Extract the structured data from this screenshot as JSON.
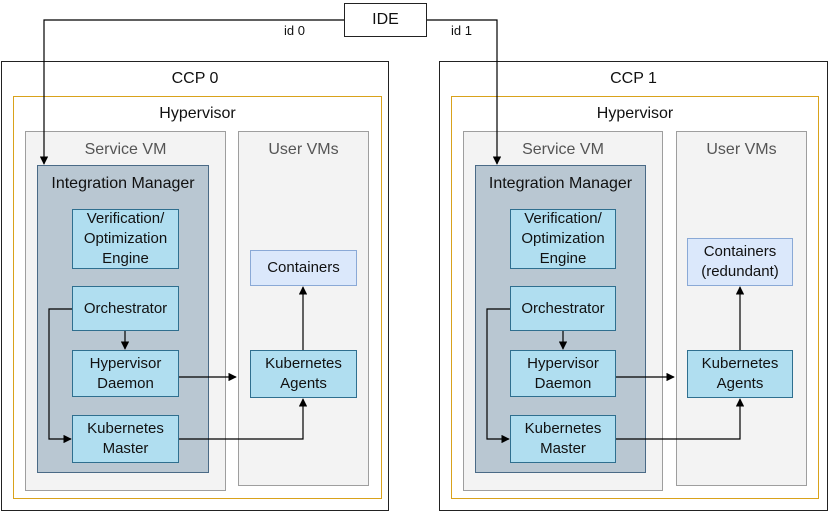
{
  "ide": {
    "label": "IDE",
    "left_link": "id 0",
    "right_link": "id 1"
  },
  "ccp": [
    {
      "title": "CCP 0",
      "hypervisor": "Hypervisor",
      "service_vm": "Service VM",
      "user_vms": "User VMs",
      "integration_manager": "Integration Manager",
      "verification": "Verification/ Optimization Engine",
      "orchestrator": "Orchestrator",
      "hypervisor_daemon": "Hypervisor Daemon",
      "kubernetes_master": "Kubernetes Master",
      "containers": "Containers",
      "kubernetes_agents": "Kubernetes Agents"
    },
    {
      "title": "CCP 1",
      "hypervisor": "Hypervisor",
      "service_vm": "Service VM",
      "user_vms": "User VMs",
      "integration_manager": "Integration Manager",
      "verification": "Verification/ Optimization Engine",
      "orchestrator": "Orchestrator",
      "hypervisor_daemon": "Hypervisor Daemon",
      "kubernetes_master": "Kubernetes Master",
      "containers": "Containers (redundant)",
      "kubernetes_agents": "Kubernetes Agents"
    }
  ],
  "colors": {
    "frame": "#222222",
    "hypervisor_border": "#d9a21b",
    "vm_fill": "#f3f3f3",
    "integration_manager_fill": "#b9c7d2",
    "component_fill": "#b0def0",
    "container_fill": "#dbe8fb"
  }
}
